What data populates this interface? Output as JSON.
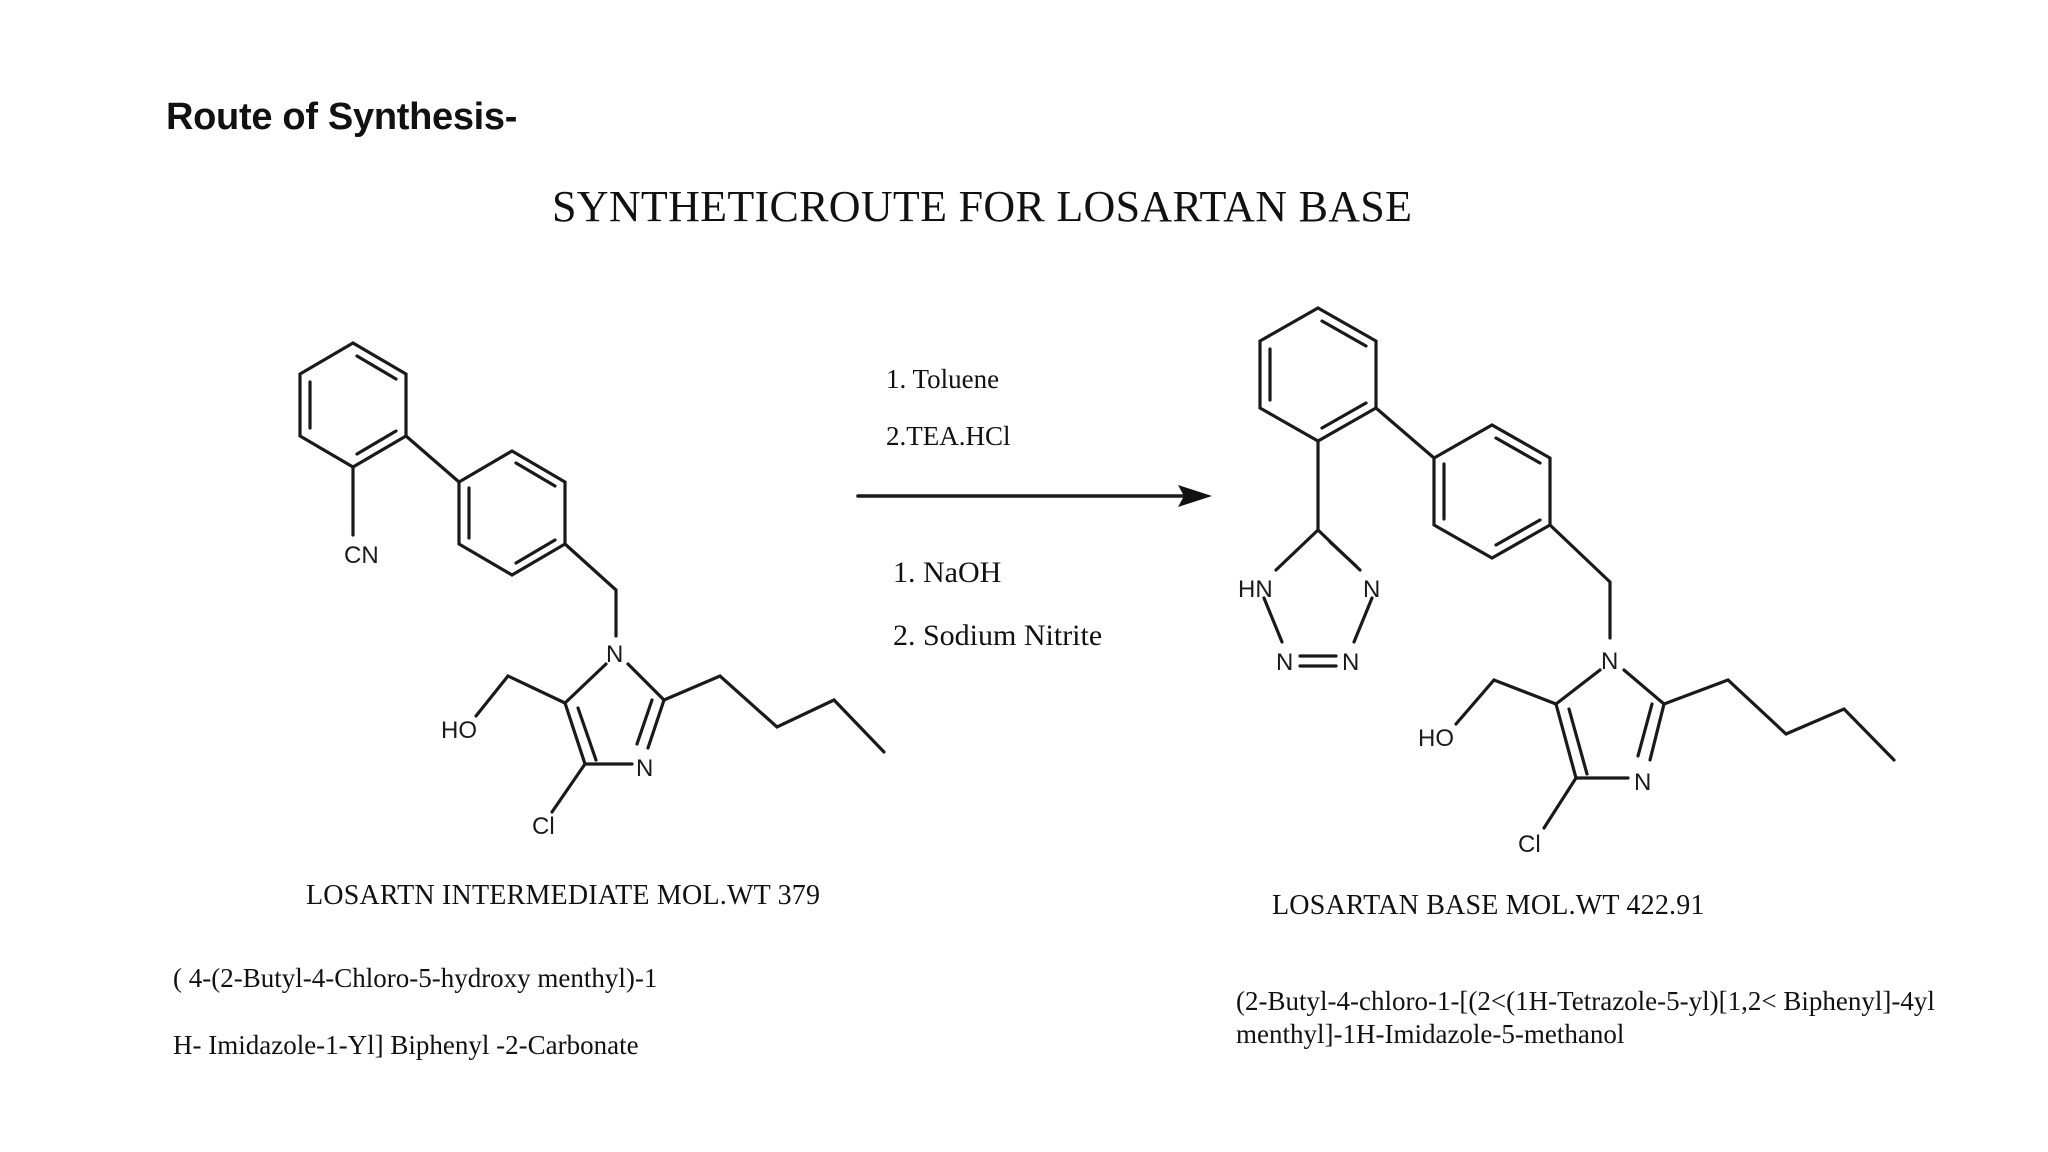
{
  "heading": "Route of Synthesis-",
  "title": "SYNTHETICROUTE FOR LOSARTAN BASE",
  "conditions": [
    "1. Toluene",
    "2.TEA.HCl",
    "1. NaOH",
    "2. Sodium Nitrite"
  ],
  "reactant": {
    "label": "LOSARTN INTERMEDIATE  MOL.WT 379",
    "iupac_line1": "( 4-(2-Butyl-4-Chloro-5-hydroxy menthyl)-1",
    "iupac_line2": "H- Imidazole-1-Yl] Biphenyl -2-Carbonate",
    "atoms": {
      "nitrile": "CN",
      "hydroxyl": "HO",
      "chloro": "Cl",
      "n_ring": "N",
      "n_imine": "N"
    }
  },
  "product": {
    "label": "LOSARTAN BASE   MOL.WT  422.91",
    "iupac_line1": "(2-Butyl-4-chloro-1-[(2<(1H-Tetrazole-5-yl)[1,2< Biphenyl]-4yl",
    "iupac_line2": "menthyl]-1H-Imidazole-5-methanol",
    "atoms": {
      "tetrazole_nh": "HN",
      "tetrazole_n1": "N",
      "tetrazole_n2": "N",
      "tetrazole_n3": "N",
      "hydroxyl": "HO",
      "chloro": "Cl",
      "n_ring": "N",
      "n_imine": "N"
    }
  }
}
